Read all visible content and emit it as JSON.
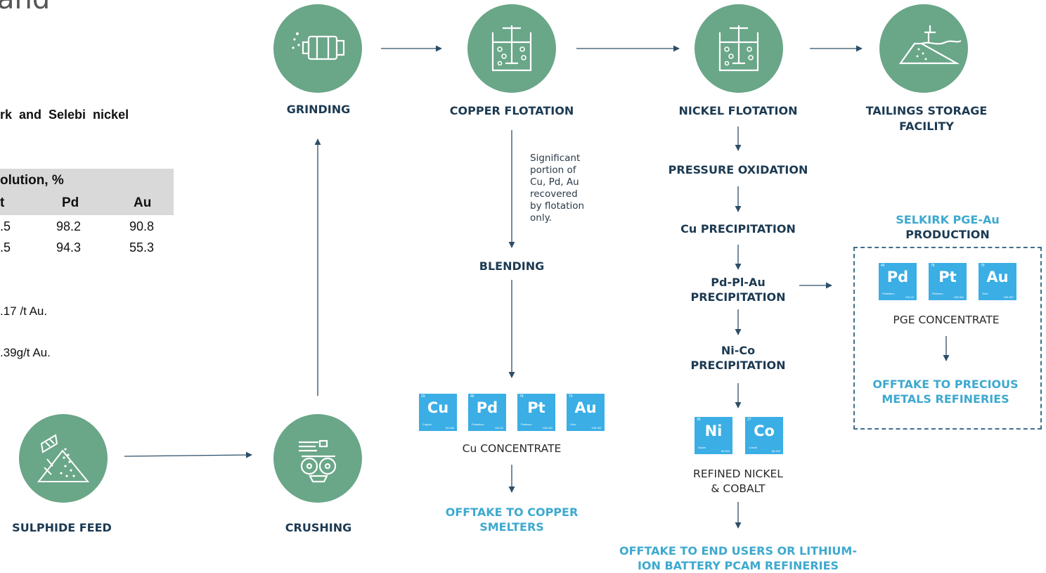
{
  "left_panel": {
    "top_fragment": "and",
    "heading_fragment": "rk  and  Selebi  nickel",
    "table": {
      "header_row1": "olution, %",
      "columns": [
        "t",
        "Pd",
        "Au"
      ],
      "rows": [
        [
          ".5",
          "98.2",
          "90.8"
        ],
        [
          ".5",
          "94.3",
          "55.3"
        ]
      ]
    },
    "notes": [
      ".17 /t Au.",
      ".39g/t Au."
    ]
  },
  "nodes": {
    "sulphide_feed": "SULPHIDE FEED",
    "crushing": "CRUSHING",
    "grinding": "GRINDING",
    "copper_flotation": "COPPER FLOTATION",
    "nickel_flotation": "NICKEL FLOTATION",
    "tailings": [
      "TAILINGS STORAGE",
      "FACILITY"
    ],
    "blending": "BLENDING",
    "pressure_oxidation": "PRESSURE OXIDATION",
    "cu_precipitation": "Cu PRECIPITATION",
    "pdptau_precipitation": [
      "Pd-Pl-Au",
      "PRECIPITATION"
    ],
    "nico_precipitation": [
      "Ni-Co",
      "PRECIPITATION"
    ],
    "selkirk": [
      "SELKIRK PGE-Au",
      "PRODUCTION"
    ]
  },
  "flotation_note": [
    "Significant",
    "portion of",
    "Cu, Pd, Au",
    "recovered",
    "by flotation",
    "only."
  ],
  "products": {
    "cu_concentrate": "Cu CONCENTRATE",
    "pge_concentrate": "PGE CONCENTRATE",
    "refined": [
      "REFINED NICKEL",
      "& COBALT"
    ]
  },
  "offtakes": {
    "copper": [
      "OFFTAKE TO COPPER",
      "SMELTERS"
    ],
    "precious": [
      "OFFTAKE TO PRECIOUS",
      "METALS REFINERIES"
    ],
    "end_users": [
      "OFFTAKE TO END USERS OR LITHIUM-",
      "ION BATTERY PCAM REFINERIES"
    ]
  },
  "elements": {
    "cu": {
      "symbol": "Cu",
      "number": "29",
      "name": "Copper",
      "mass": "63.546"
    },
    "pd": {
      "symbol": "Pd",
      "number": "46",
      "name": "Palladium",
      "mass": "106.42"
    },
    "pt": {
      "symbol": "Pt",
      "number": "78",
      "name": "Platinum",
      "mass": "195.084"
    },
    "au": {
      "symbol": "Au",
      "number": "79",
      "name": "Gold",
      "mass": "196.967"
    },
    "ni": {
      "symbol": "Ni",
      "number": "28",
      "name": "Nickel",
      "mass": "58.693"
    },
    "co": {
      "symbol": "Co",
      "number": "27",
      "name": "Cobalt",
      "mass": "58.933"
    }
  },
  "colors": {
    "circle": "#6aa688",
    "label": "#1c3a52",
    "accent": "#3ea9cf",
    "tile": "#3aaee5",
    "arrow": "#2c4e68"
  }
}
